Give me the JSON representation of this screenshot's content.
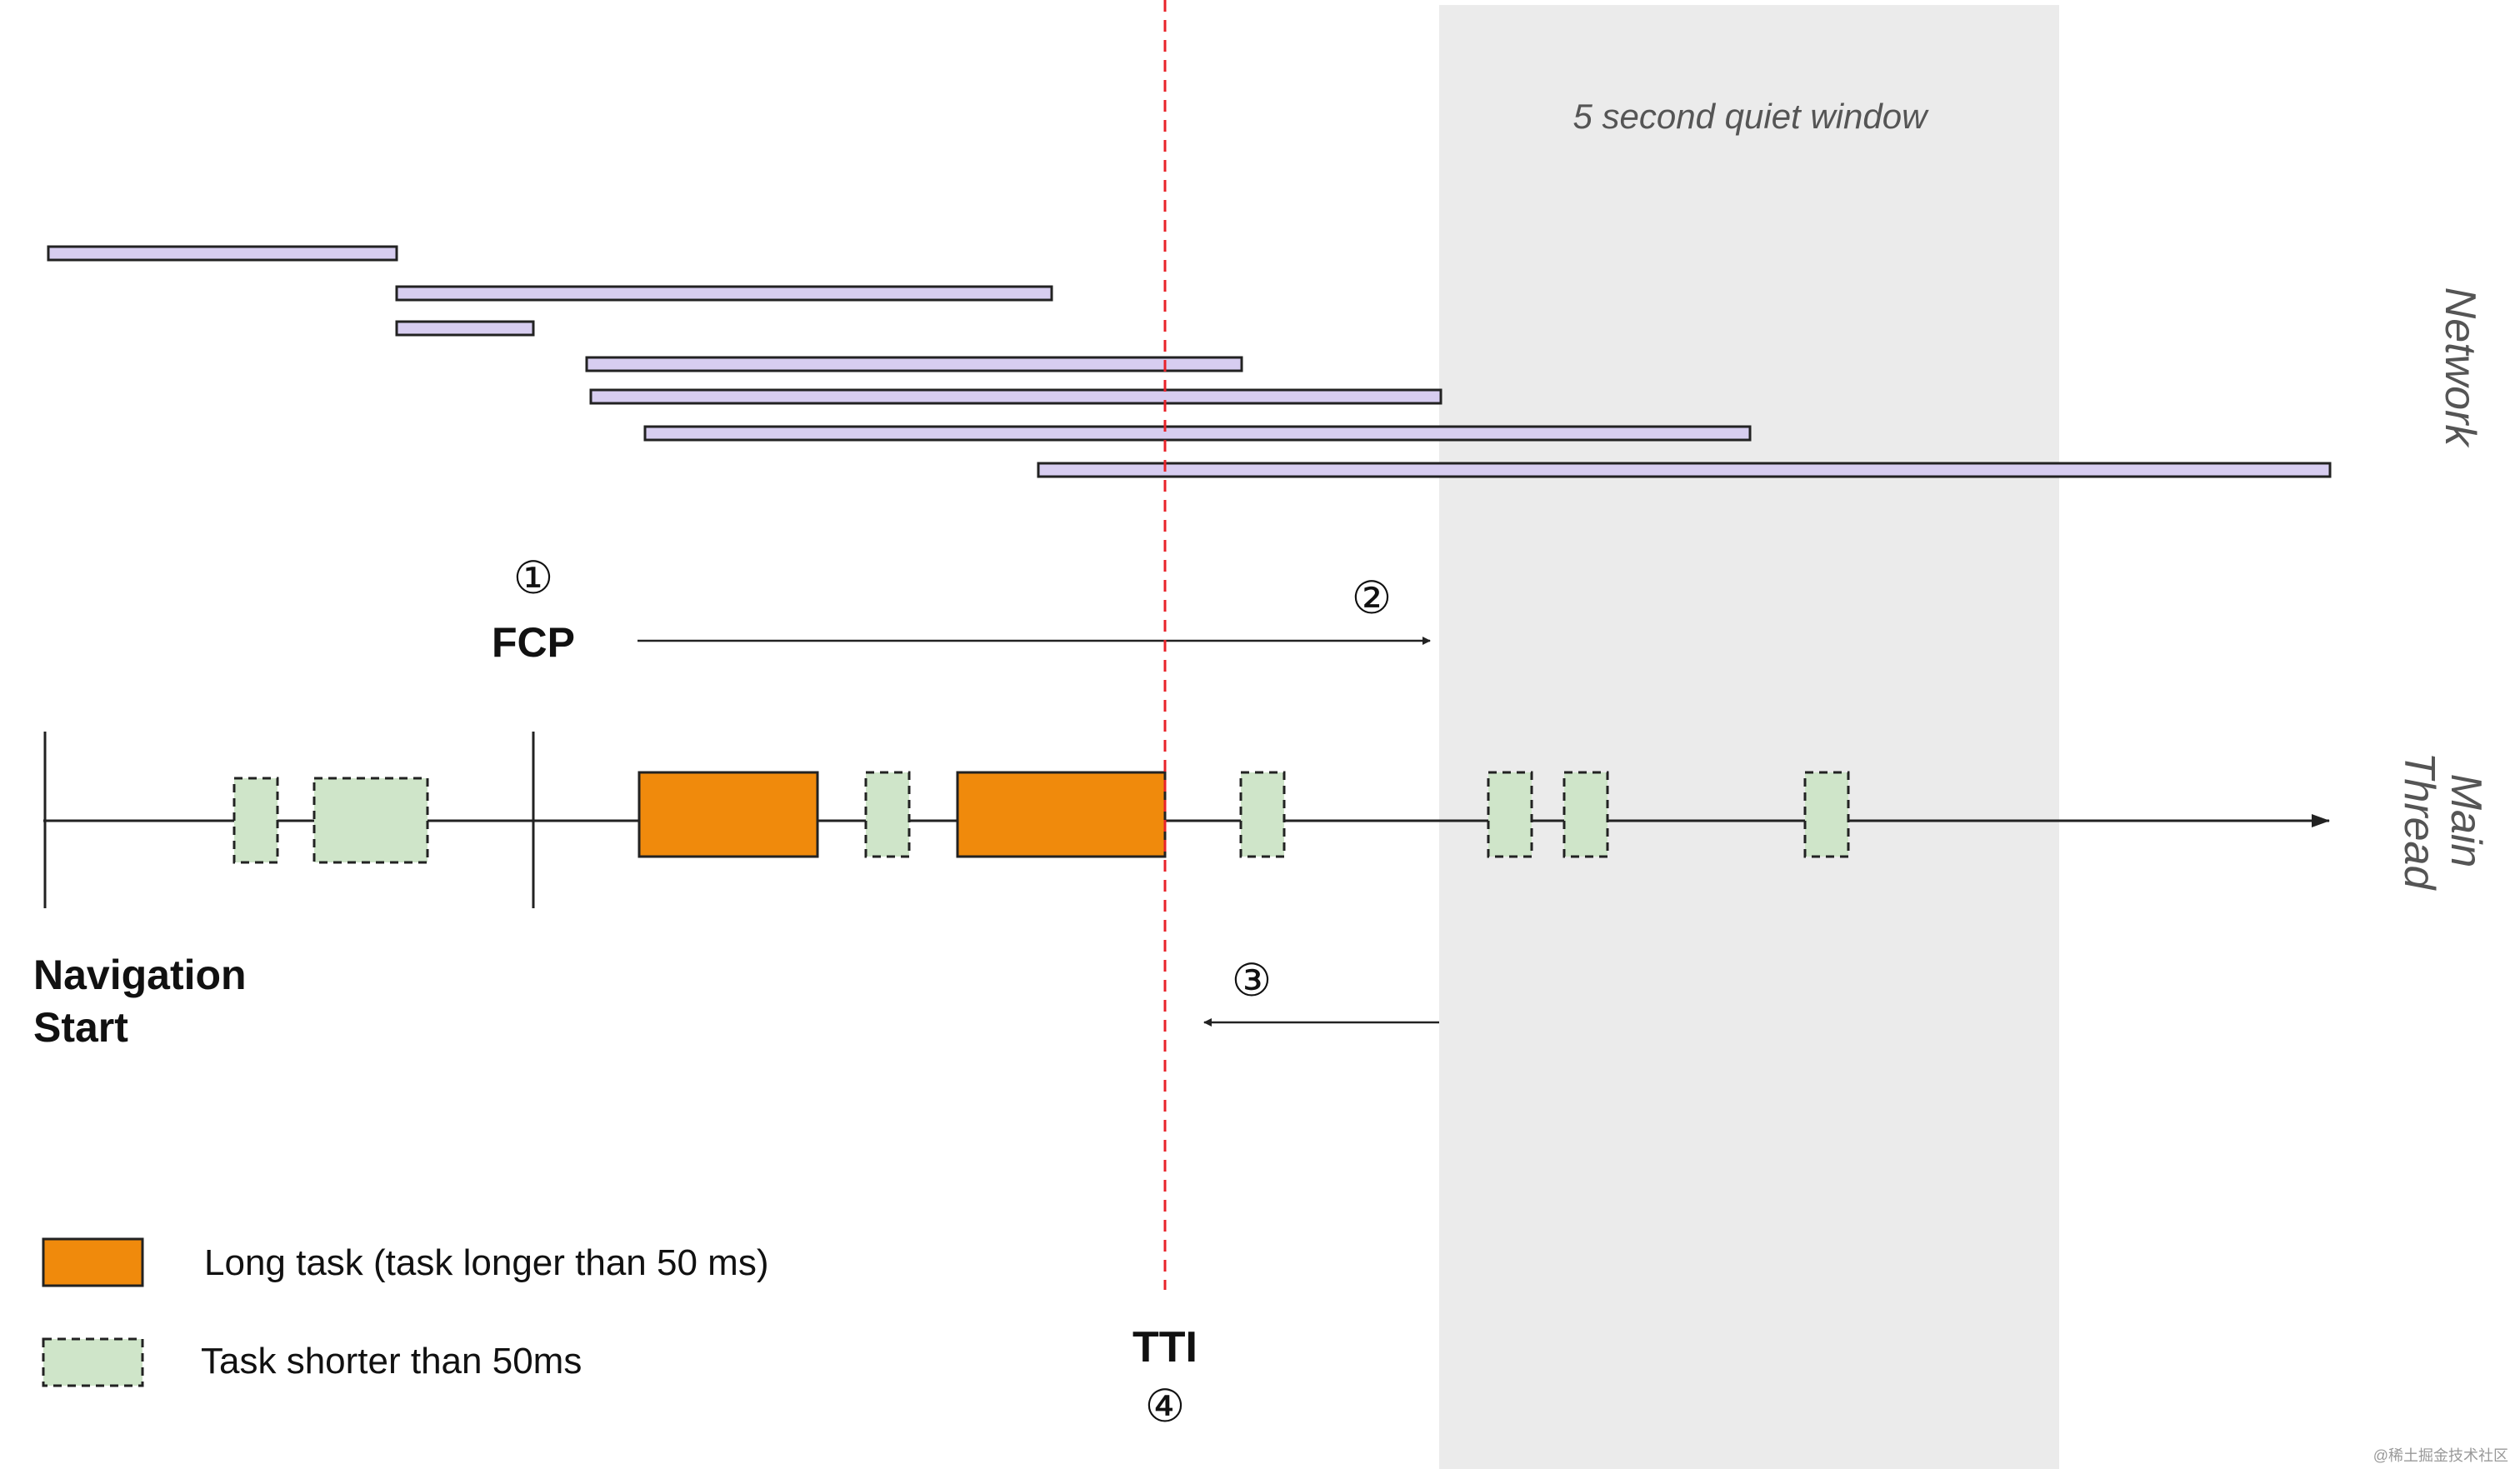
{
  "quiet_window_label": "5 second quiet window",
  "network_label": "Network",
  "main_thread_label": [
    "Main",
    "Thread"
  ],
  "fcp_label": "FCP",
  "tti_label": "TTI",
  "navigation_start_label": [
    "Navigation",
    "Start"
  ],
  "step_markers": [
    "①",
    "②",
    "③",
    "④"
  ],
  "legend": {
    "long_task": "Long task (task longer than 50 ms)",
    "short_task": "Task shorter than 50ms"
  },
  "watermark": "@稀土掘金技术社区",
  "colors": {
    "long_task": "#f08a0c",
    "short_task": "#cfe5c9",
    "network_bar": "#d7cdf0",
    "quiet_window": "#ebebeb",
    "tti_line": "#e8232a",
    "label_gray": "#555555"
  }
}
